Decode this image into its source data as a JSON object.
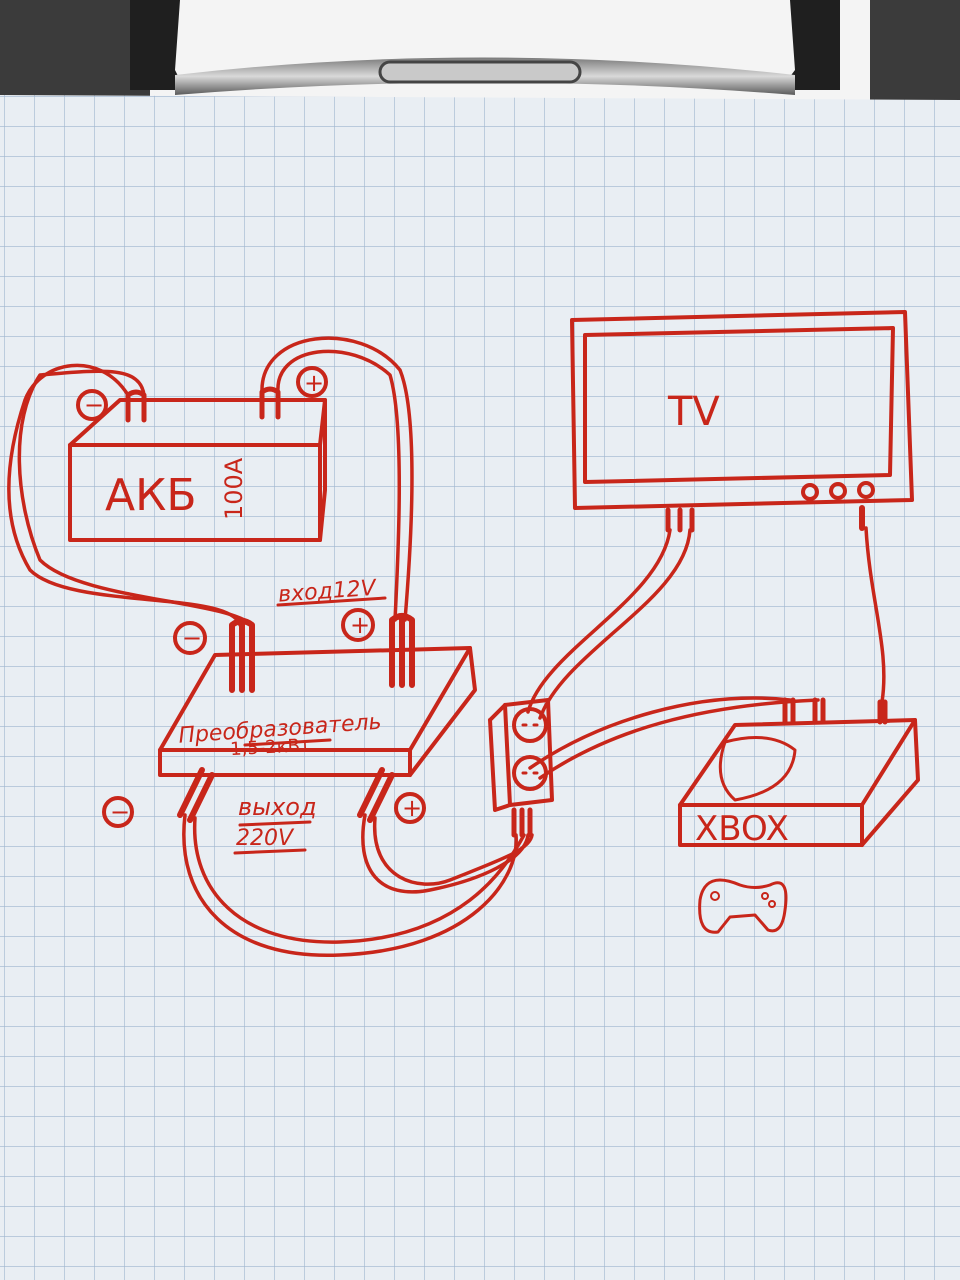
{
  "diagram": {
    "ink_color": "#c8261a",
    "paper_color": "#e9eef3",
    "grid_color": "#9fb5cf",
    "battery": {
      "label": "АКБ",
      "capacity": "100A",
      "neg_mark": "−",
      "pos_mark": "+"
    },
    "inverter": {
      "label": "Преобразователь",
      "power": "1,5-2кВт",
      "input_label": "вход12V",
      "output_label_line1": "выход",
      "output_label_line2": "220V",
      "in_neg_mark": "−",
      "in_pos_mark": "+",
      "out_neg_mark": "−",
      "out_pos_mark": "+"
    },
    "tv": {
      "label": "TV"
    },
    "console": {
      "label": "XBOX"
    },
    "socket_strip": {
      "outlets": 2
    }
  }
}
